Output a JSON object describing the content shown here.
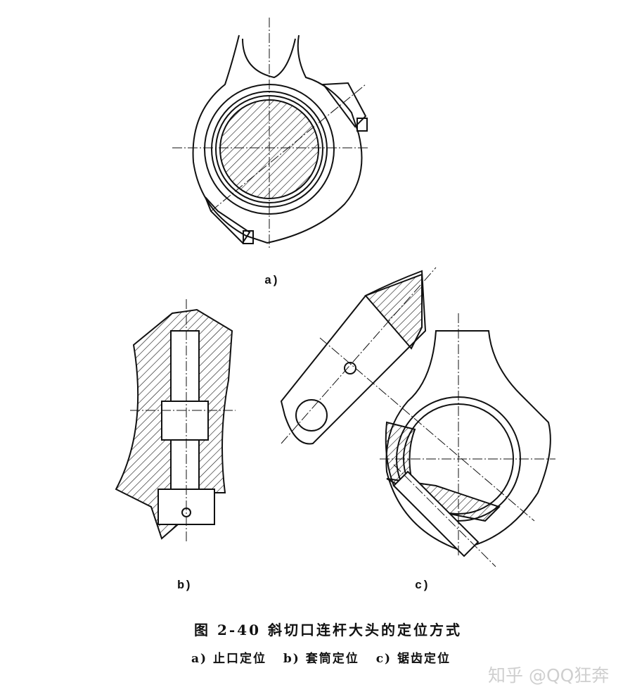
{
  "figure": {
    "subfigure_labels": {
      "a": "a)",
      "b": "b)",
      "c": "c)"
    },
    "caption_title": "图 2-40  斜切口连杆大头的定位方式",
    "caption_items": [
      "a) 止口定位",
      "b) 套筒定位",
      "c) 锯齿定位"
    ]
  },
  "watermark": "知乎 @QQ狂奔"
}
